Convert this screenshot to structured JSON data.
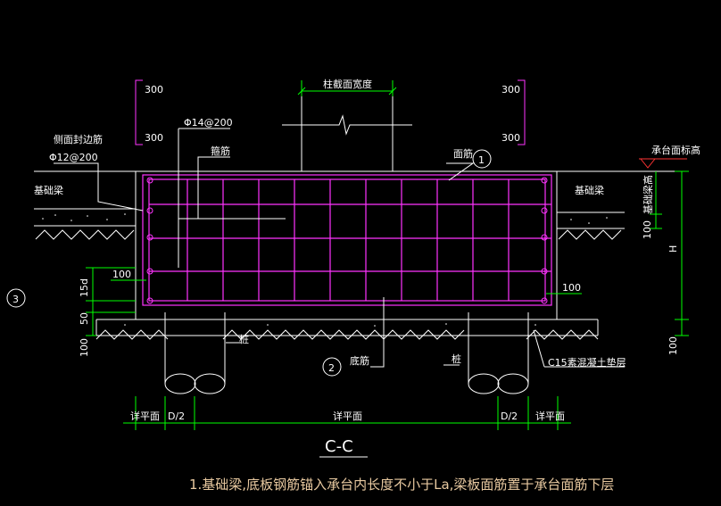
{
  "colors": {
    "background": "#000000",
    "outline": "#ffffff",
    "rebar": "#ff33ff",
    "dimension": "#00ff00",
    "leader": "#ffffff",
    "note_text": "#e8c9a0",
    "cut_mark": "#ff3333"
  },
  "labels": {
    "column_width": "柱截面宽度",
    "side_bar": "侧面封边筋",
    "side_bar_spec": "Φ12@200",
    "tie_spec": "Φ14@200",
    "tie_bar": "箍筋",
    "top_bar": "面筋",
    "bottom_bar": "底筋",
    "pile_left": "桩",
    "pile_right": "桩",
    "cap_elevation": "承台面标高",
    "beam_left": "基础梁",
    "beam_right": "基础梁",
    "beam_height": "基础梁高",
    "concrete_pad": "C15素混凝土垫层",
    "callout_1": "1",
    "callout_2": "2",
    "callout_3": "3"
  },
  "dims": {
    "top_left_300_a": "300",
    "top_left_300_b": "300",
    "top_right_300_a": "300",
    "top_right_300_b": "300",
    "side_15d": "15d",
    "side_50": "50",
    "side_100_bottom": "100",
    "left_100": "100",
    "right_100": "100",
    "right_100_a": "100",
    "right_h": "H",
    "right_100_b": "100",
    "bottom_left_ref": "详平面",
    "bottom_left_half": "D/2",
    "bottom_mid_ref": "详平面",
    "bottom_right_half": "D/2",
    "bottom_right_ref": "详平面"
  },
  "section_title": "C-C",
  "footnote": "1.基础梁,底板钢筋锚入承台内长度不小于La,梁板面筋置于承台面筋下层"
}
